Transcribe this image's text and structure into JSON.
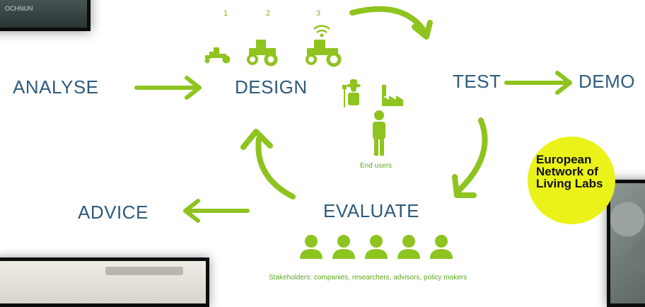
{
  "photos": {
    "top_left_caption": "OCHNUN"
  },
  "steps": {
    "analyse": "ANALYSE",
    "design": "DESIGN",
    "test": "TEST",
    "demo": "DEMO",
    "evaluate": "EVALUATE",
    "advice": "ADVICE"
  },
  "design_variants": [
    "1",
    "2",
    "3"
  ],
  "end_users_label": "End users",
  "stakeholders_label": "Stakeholders: companies, researchers, advisors, policy makers",
  "logo": {
    "text": "European\nNetwork of\nLiving Labs",
    "color": "#eaf21a"
  },
  "colors": {
    "arrow": "#8fc31f",
    "text": "#2e5b7b",
    "icon": "#8fc31f"
  }
}
